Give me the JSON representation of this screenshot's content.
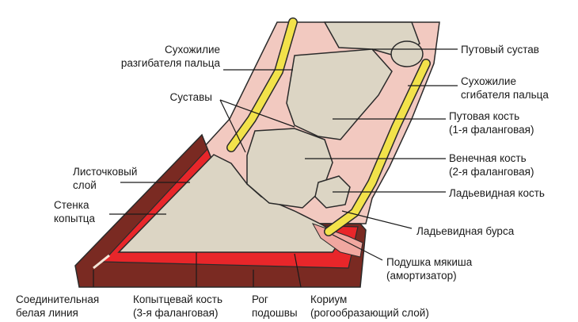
{
  "labels": {
    "extensor_tendon": "Сухожилие\nразгибателя пальца",
    "joints": "Суставы",
    "pastern_joint": "Путовый сустав",
    "flexor_tendon": "Сухожилие\nсгибателя пальца",
    "pastern_bone": "Путовая кость\n(1-я фаланговая)",
    "coronary_bone": "Венечная кость\n(2-я фаланговая)",
    "navicular_bone": "Ладьевидная кость",
    "navicular_bursa": "Ладьевидная бурса",
    "digital_cushion": "Подушка мякиша\n(амортизатор)",
    "laminar_layer": "Листочковый\nслой",
    "hoof_wall": "Стенка\nкопытца",
    "white_line": "Соединительная\nбелая линия",
    "coffin_bone": "Копытцевай кость\n(3-я фаланговая)",
    "sole_horn": "Рог\nподошвы",
    "corium": "Кориум\n(рогообразающий слой)"
  },
  "colors": {
    "hoof_horn": "#7a2a22",
    "corium": "#e8262a",
    "soft_tissue": "#f2c9c0",
    "bone": "#dcd5c4",
    "tendon": "#f2e24a",
    "outline": "#2a2a2a"
  }
}
